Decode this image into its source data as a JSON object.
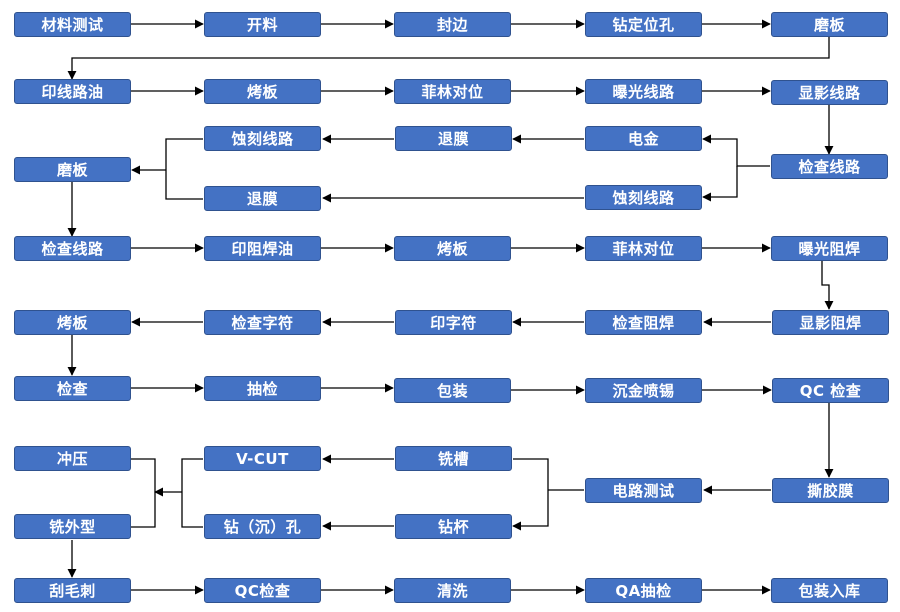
{
  "steps": {
    "cailiao_ceshi": "材料测试",
    "kailiao": "开料",
    "fengbian": "封边",
    "zuan_dingwei_kong": "钻定位孔",
    "moban_1": "磨板",
    "yin_xianlu_you": "印线路油",
    "kaoban_1": "烤板",
    "feilin_duiwei_1": "菲林对位",
    "baoguang_xianlu": "曝光线路",
    "xianying_xianlu": "显影线路",
    "shike_xianlu_1": "蚀刻线路",
    "tuimo_1": "退膜",
    "dianjin": "电金",
    "moban_2": "磨板",
    "jiancha_xianlu_1": "检查线路",
    "tuimo_2": "退膜",
    "shike_xianlu_2": "蚀刻线路",
    "jiancha_xianlu_2": "检查线路",
    "yin_zuhan_you": "印阻焊油",
    "kaoban_2": "烤板",
    "feilin_duiwei_2": "菲林对位",
    "baoguang_zuhan": "曝光阻焊",
    "kaoban_3": "烤板",
    "jiancha_zifu": "检查字符",
    "yin_zifu": "印字符",
    "jiancha_zuhan": "检查阻焊",
    "xianying_zuhan": "显影阻焊",
    "jiancha": "检查",
    "choujian_1": "抽检",
    "baozhuang": "包装",
    "chenjin_penxi": "沉金喷锡",
    "qc_jiancha_1": "QC 检查",
    "chongya": "冲压",
    "v_cut": "V-CUT",
    "xicao": "铣槽",
    "dianlu_ceshi": "电路测试",
    "sijiaomo": "撕胶膜",
    "xi_waixing": "铣外型",
    "zuan_chen_kong": "钻（沉）孔",
    "zuanbei": "钻杯",
    "gua_maoci": "刮毛刺",
    "qc_jiancha_2": "QC检查",
    "qingxi": "清洗",
    "qa_choujian": "QA抽检",
    "baozhuang_ruku": "包装入库"
  },
  "colors": {
    "node_fill": "#4472c4",
    "node_border": "#2f528f",
    "node_text": "#ffffff",
    "connector": "#000000"
  }
}
